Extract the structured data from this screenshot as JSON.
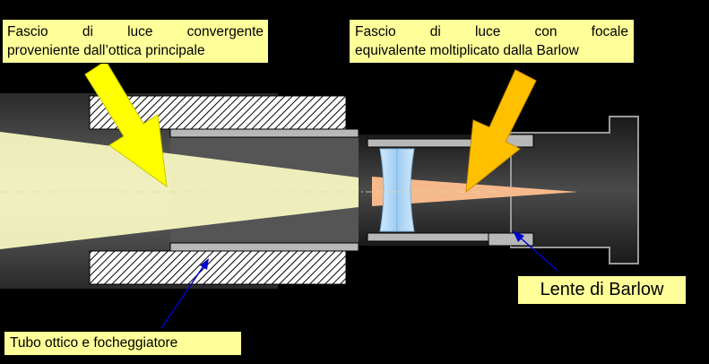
{
  "callouts": {
    "incoming_beam": {
      "line1": "Fascio di luce convergente",
      "line2": "proveniente dall’ottica principale"
    },
    "barlow_beam": {
      "line1": "Fascio di luce con focale",
      "line2": "equivalente moltiplicato dalla Barlow"
    },
    "barlow_lens": {
      "text": "Lente di Barlow"
    },
    "tube": {
      "text": "Tubo ottico e focheggiatore"
    }
  },
  "colors": {
    "background": "#000000",
    "callout_fill": "#ffff99",
    "tube_gray": "#4a4a4a",
    "focuser_light": "#b8b8b8",
    "beam_yellow": "#ffffc8",
    "beam_orange": "#f5b98c",
    "lens_blue": "#a9d4f5",
    "arrow_yellow": "#ffff00",
    "arrow_orange": "#ffc000",
    "pointer_blue": "#0000cc"
  },
  "icons": {
    "incoming_arrow": "big-yellow-arrow",
    "barlow_arrow": "big-orange-arrow",
    "lens_pointer": "thin-blue-arrow",
    "tube_pointer": "thin-blue-arrow"
  }
}
